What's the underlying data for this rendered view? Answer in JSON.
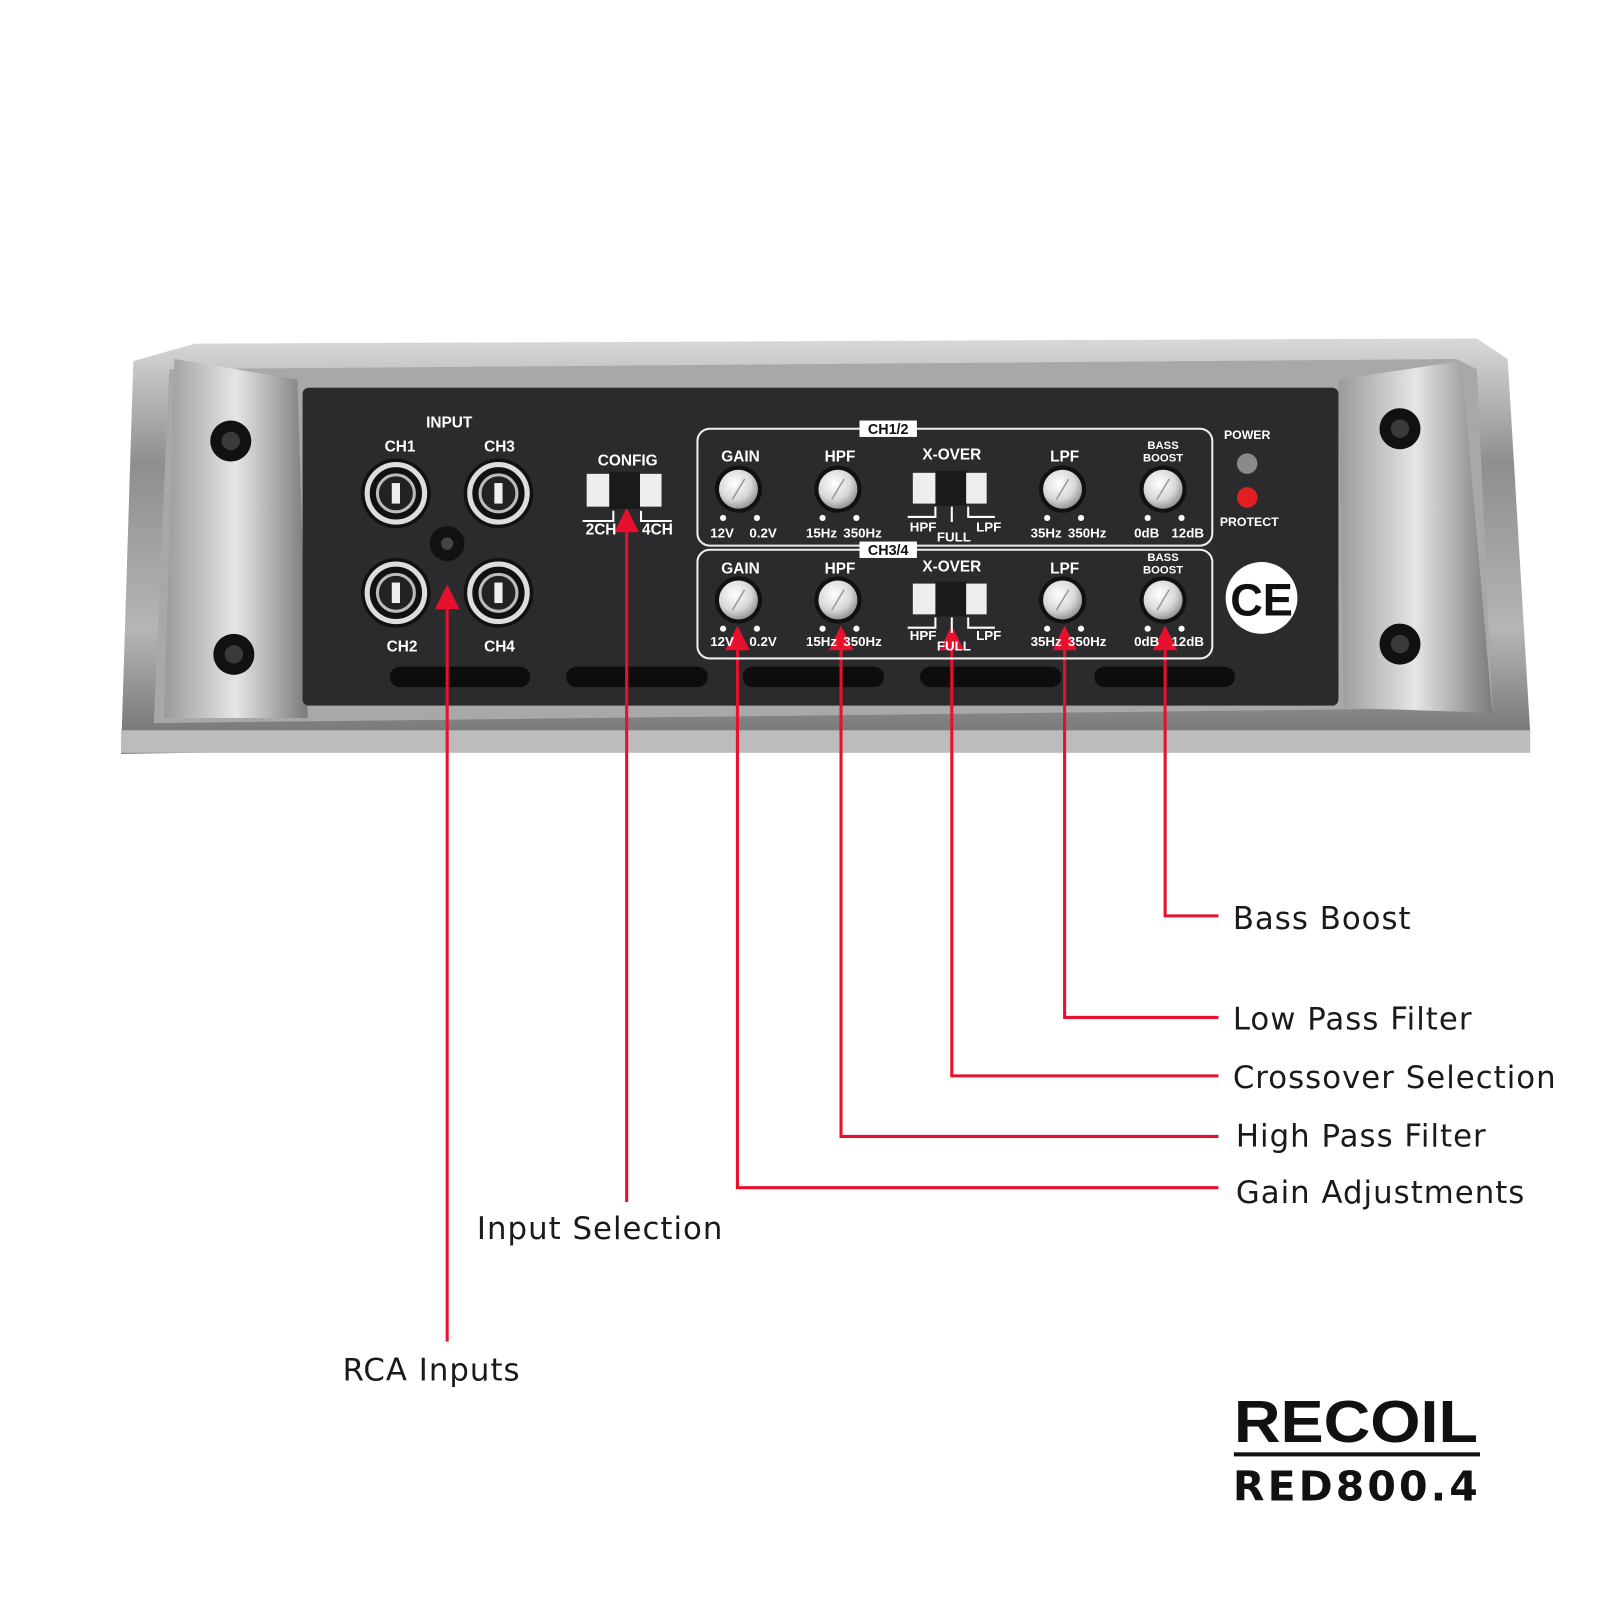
{
  "panel": {
    "input_label": "INPUT",
    "channels": [
      "CH1",
      "CH3",
      "CH2",
      "CH4"
    ],
    "config": {
      "label": "CONFIG",
      "left": "2CH",
      "right": "4CH"
    },
    "groups": [
      {
        "name": "CH1/2"
      },
      {
        "name": "CH3/4"
      }
    ],
    "controls": {
      "gain": {
        "label": "GAIN",
        "min": "12V",
        "max": "0.2V"
      },
      "hpf": {
        "label": "HPF",
        "min": "15Hz",
        "max": "350Hz"
      },
      "xover": {
        "label": "X-OVER",
        "left": "HPF",
        "mid": "FULL",
        "right": "LPF"
      },
      "lpf": {
        "label": "LPF",
        "min": "35Hz",
        "max": "350Hz"
      },
      "bass": {
        "label1": "BASS",
        "label2": "BOOST",
        "min": "0dB",
        "max": "12dB"
      }
    },
    "power_label": "POWER",
    "protect_label": "PROTECT",
    "ce_mark": "CE"
  },
  "callouts": {
    "bass_boost": "Bass Boost",
    "low_pass": "Low Pass Filter",
    "crossover": "Crossover Selection",
    "high_pass": "High Pass Filter",
    "gain": "Gain Adjustments",
    "input_selection": "Input Selection",
    "rca_inputs": "RCA Inputs"
  },
  "brand": {
    "logo": "RECOIL",
    "model": "RED800.4"
  },
  "colors": {
    "callout_red": "#e8112d",
    "panel": "#2b2b2d",
    "protect_led": "#e02020"
  }
}
